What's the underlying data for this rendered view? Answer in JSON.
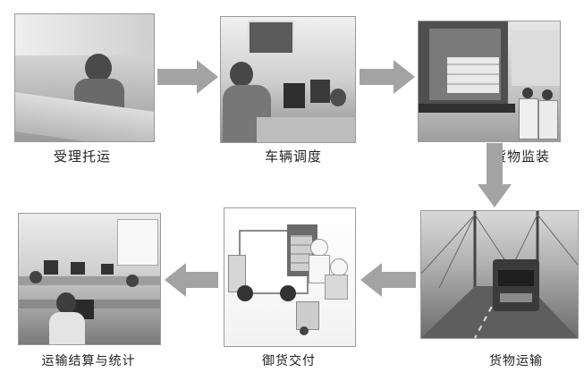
{
  "steps": [
    {
      "id": "accept",
      "label": "受理托运",
      "icon": "service-desk-photo"
    },
    {
      "id": "dispatch",
      "label": "车辆调度",
      "icon": "dispatch-office-photo"
    },
    {
      "id": "supervise",
      "label": "货物监装",
      "icon": "loading-truck-photo"
    },
    {
      "id": "transport",
      "label": "货物运输",
      "icon": "highway-truck-photo"
    },
    {
      "id": "deliver",
      "label": "御货交付",
      "icon": "delivery-van-photo"
    },
    {
      "id": "settle",
      "label": "运输结算与统计",
      "icon": "computer-room-photo"
    }
  ],
  "colors": {
    "arrow": "#a3a3a3",
    "photo_border": "#9a9a9a",
    "caption": "#222222"
  }
}
